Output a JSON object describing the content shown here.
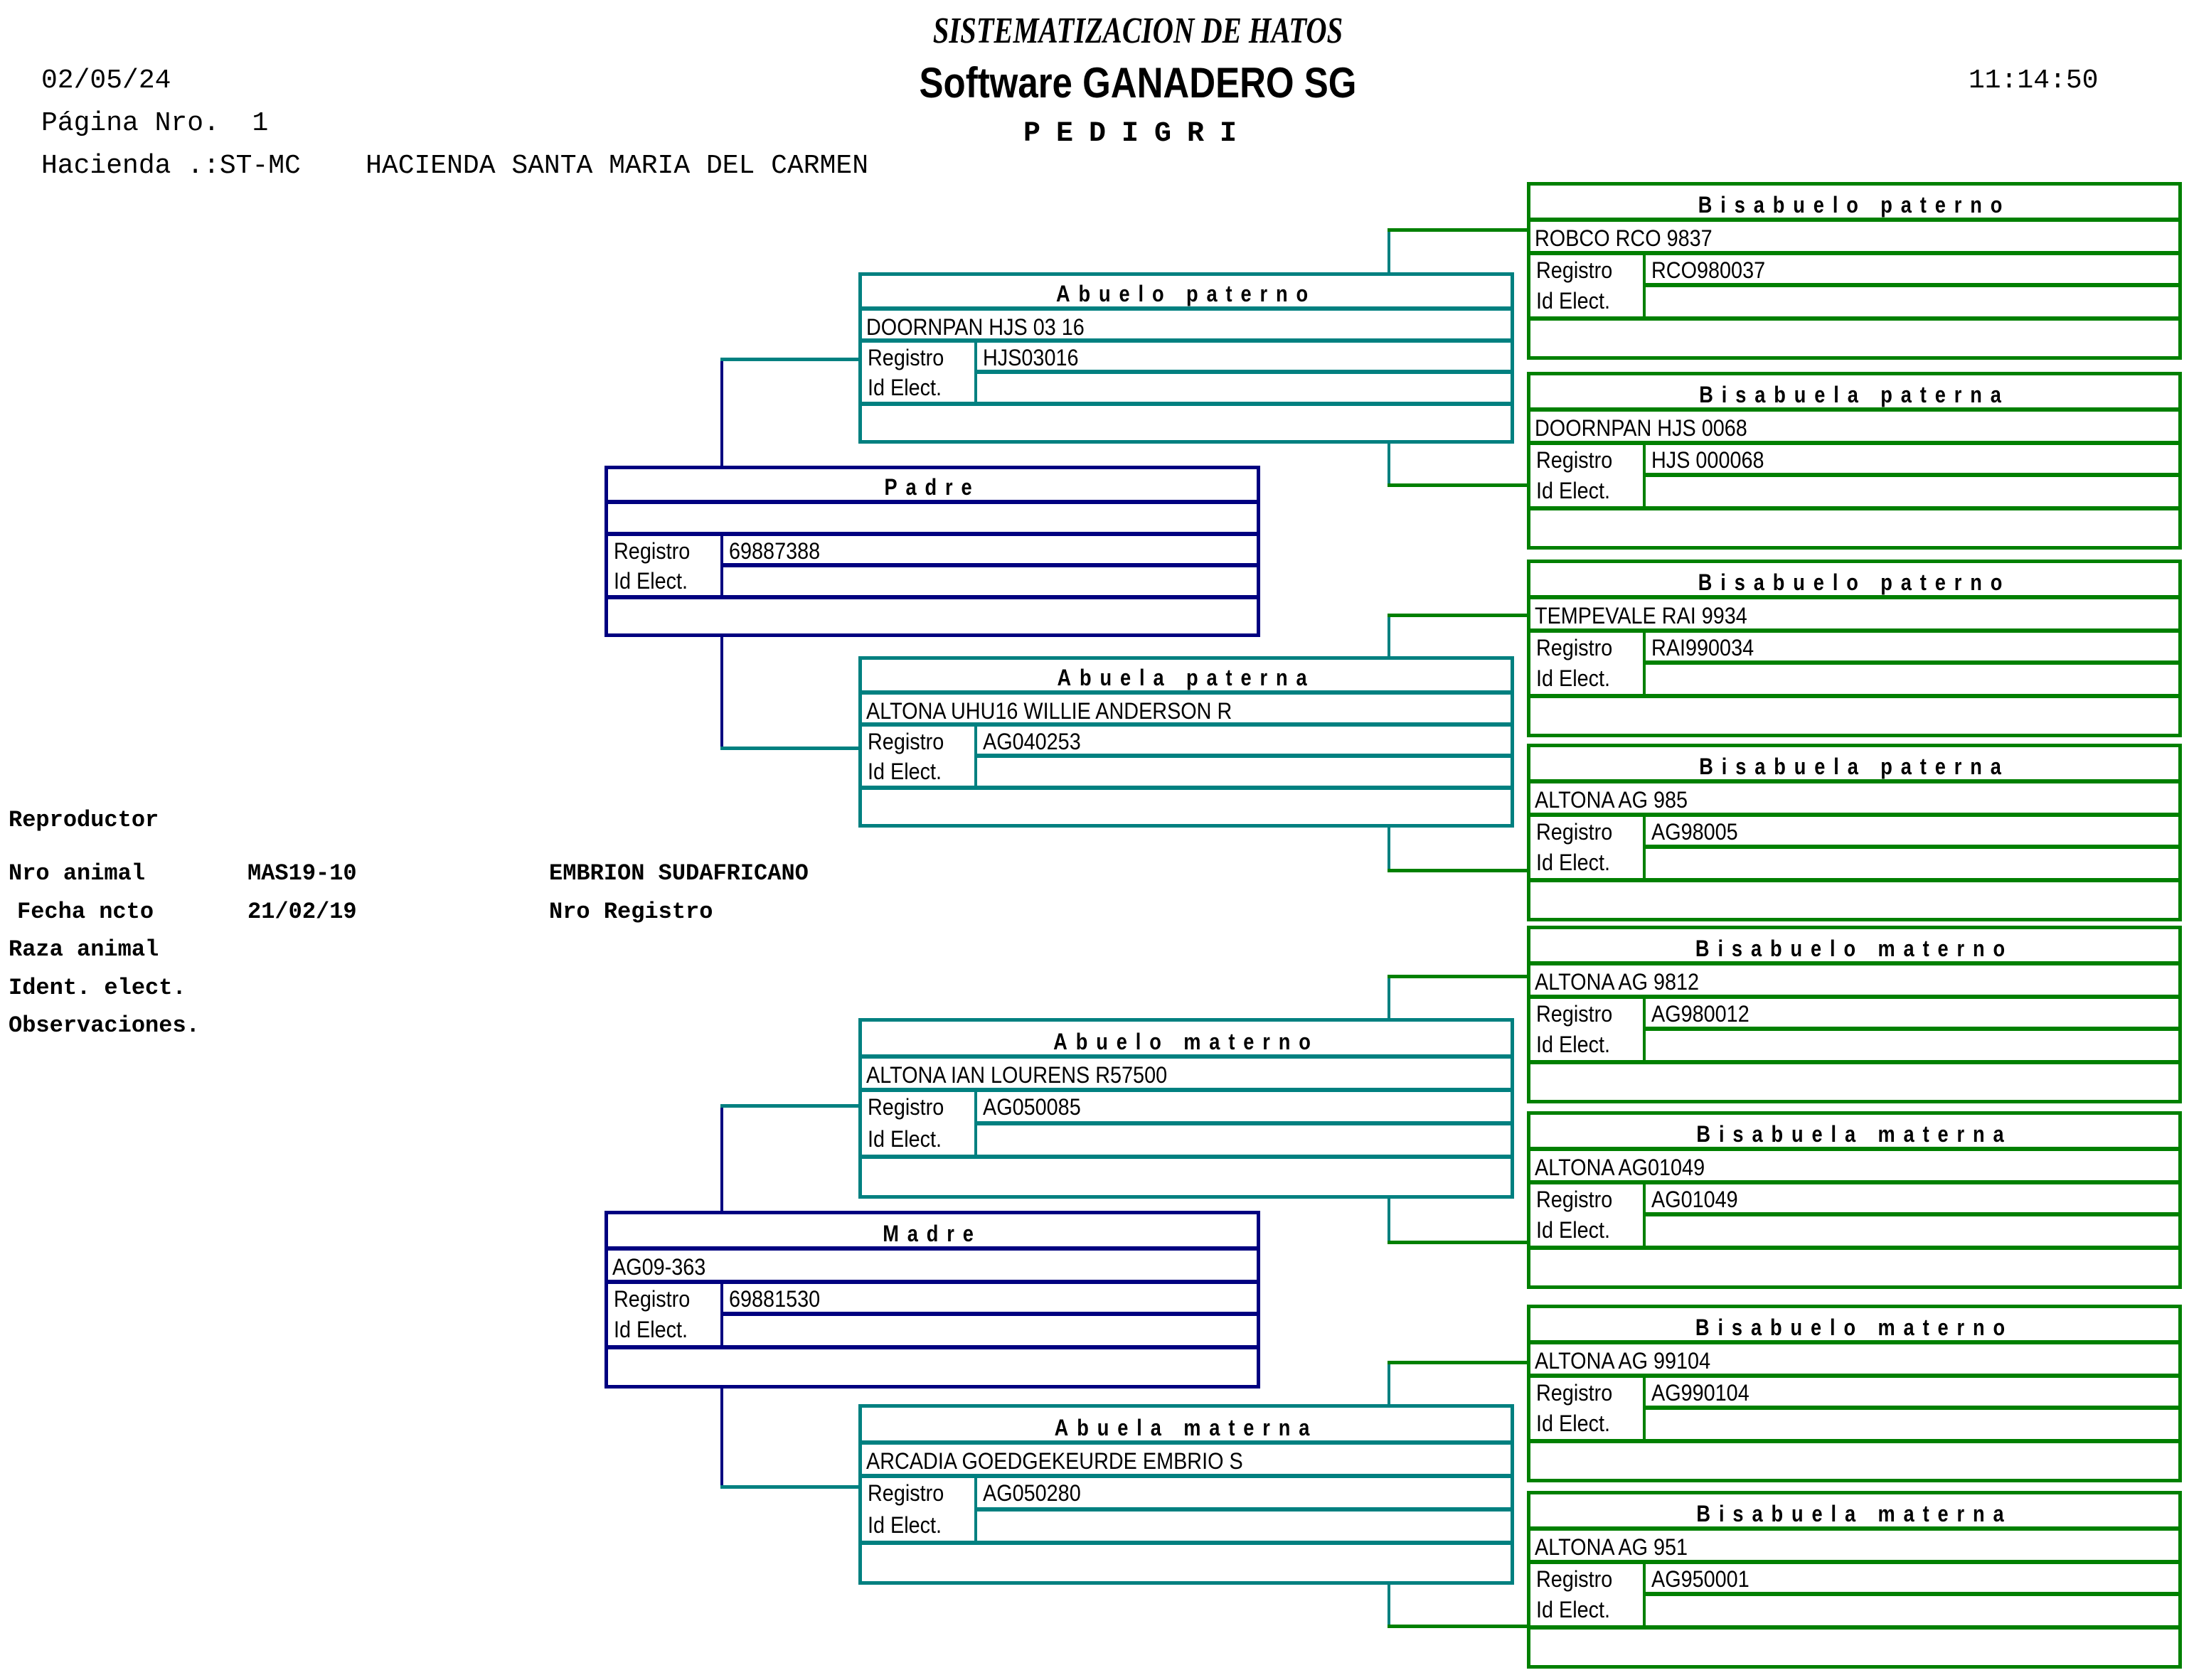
{
  "header": {
    "date": "02/05/24",
    "page_label": "Página Nro.",
    "page_number": "1",
    "hacienda_label": "Hacienda .:",
    "hacienda_code": "ST-MC",
    "hacienda_name": "HACIENDA SANTA MARIA DEL CARMEN",
    "title_line1": "SISTEMATIZACION DE HATOS",
    "title_line2": "Software GANADERO SG",
    "title_line3": "PEDIGRI",
    "time": "11:14:50"
  },
  "animal": {
    "section_label": "Reproductor",
    "nro_animal_label": "Nro animal",
    "nro_animal": "MAS19-10",
    "nombre": "EMBRION SUDAFRICANO",
    "fecha_label": "Fecha ncto",
    "fecha": "21/02/19",
    "nro_registro_label": "Nro Registro",
    "nro_registro": "",
    "raza_label": "Raza animal",
    "raza": "",
    "ident_label": "Ident. elect.",
    "ident": "",
    "obs_label": "Observaciones.",
    "obs": ""
  },
  "field_labels": {
    "registro": "Registro",
    "id_elect": "Id Elect."
  },
  "colors": {
    "parents": "#000080",
    "grandparents": "#008080",
    "great_grandparents": "#008000"
  },
  "pedigree": {
    "padre": {
      "title": "Padre",
      "name": "",
      "registro": "69887388",
      "id_elect": ""
    },
    "madre": {
      "title": "Madre",
      "name": "AG09-363",
      "registro": "69881530",
      "id_elect": ""
    },
    "abuelo_paterno": {
      "title": "Abuelo paterno",
      "name": "DOORNPAN HJS 03 16",
      "registro": "HJS03016",
      "id_elect": ""
    },
    "abuela_paterna": {
      "title": "Abuela paterna",
      "name": "ALTONA UHU16 WILLIE ANDERSON R",
      "registro": "AG040253",
      "id_elect": ""
    },
    "abuelo_materno": {
      "title": "Abuelo materno",
      "name": "ALTONA IAN LOURENS R57500",
      "registro": "AG050085",
      "id_elect": ""
    },
    "abuela_materna": {
      "title": "Abuela materna",
      "name": "ARCADIA GOEDGEKEURDE EMBRIO S",
      "registro": "AG050280",
      "id_elect": ""
    },
    "bisabuelos": [
      {
        "title": "Bisabuelo paterno",
        "name": "ROBCO RCO 9837",
        "registro": "RCO980037",
        "id_elect": ""
      },
      {
        "title": "Bisabuela paterna",
        "name": "DOORNPAN HJS 0068",
        "registro": "HJS 000068",
        "id_elect": ""
      },
      {
        "title": "Bisabuelo paterno",
        "name": "TEMPEVALE RAI 9934",
        "registro": "RAI990034",
        "id_elect": ""
      },
      {
        "title": "Bisabuela paterna",
        "name": "ALTONA AG 985",
        "registro": "AG98005",
        "id_elect": ""
      },
      {
        "title": "Bisabuelo materno",
        "name": "ALTONA AG 9812",
        "registro": "AG980012",
        "id_elect": ""
      },
      {
        "title": "Bisabuela materna",
        "name": "ALTONA AG01049",
        "registro": "AG01049",
        "id_elect": ""
      },
      {
        "title": "Bisabuelo materno",
        "name": "ALTONA AG 99104",
        "registro": "AG990104",
        "id_elect": ""
      },
      {
        "title": "Bisabuela materna",
        "name": "ALTONA AG 951",
        "registro": "AG950001",
        "id_elect": ""
      }
    ]
  }
}
